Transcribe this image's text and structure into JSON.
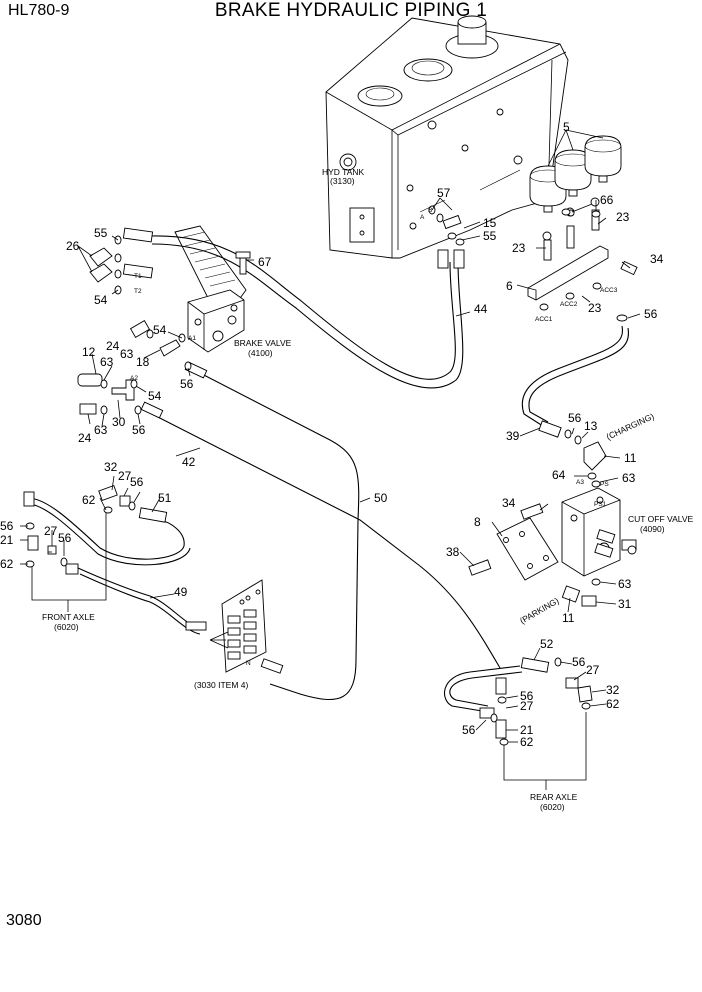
{
  "header": {
    "model": "HL780-9",
    "title": "BRAKE HYDRAULIC PIPING 1"
  },
  "page_number": "3080",
  "labels": {
    "hyd_tank": "HYD TANK",
    "hyd_tank_code": "(3130)",
    "brake_valve": "BRAKE VALVE",
    "brake_valve_code": "(4100)",
    "cut_off_valve": "CUT OFF VALVE",
    "cut_off_valve_code": "(4090)",
    "front_axle": "FRONT AXLE",
    "front_axle_code": "(6020)",
    "rear_axle": "REAR AXLE",
    "rear_axle_code": "(6020)",
    "block_ref": "(3030 ITEM 4)",
    "charging": "(CHARGING)",
    "parking": "(PARKING)"
  },
  "ports": [
    "T1",
    "T2",
    "A1",
    "A2",
    "A",
    "B",
    "ACC1",
    "ACC2",
    "ACC3",
    "A3",
    "PS",
    "PS1",
    "N"
  ],
  "callouts": [
    "5",
    "57",
    "66",
    "15",
    "55",
    "23",
    "23",
    "34",
    "6",
    "23",
    "56",
    "44",
    "55",
    "26",
    "67",
    "54",
    "24",
    "63",
    "54",
    "18",
    "12",
    "63",
    "56",
    "54",
    "24",
    "63",
    "30",
    "56",
    "56",
    "13",
    "39",
    "11",
    "42",
    "50",
    "64",
    "63",
    "32",
    "27",
    "56",
    "62",
    "51",
    "34",
    "8",
    "56",
    "21",
    "27",
    "56",
    "38",
    "62",
    "49",
    "63",
    "11",
    "31",
    "52",
    "56",
    "27",
    "56",
    "27",
    "32",
    "62",
    "56",
    "21",
    "62"
  ]
}
